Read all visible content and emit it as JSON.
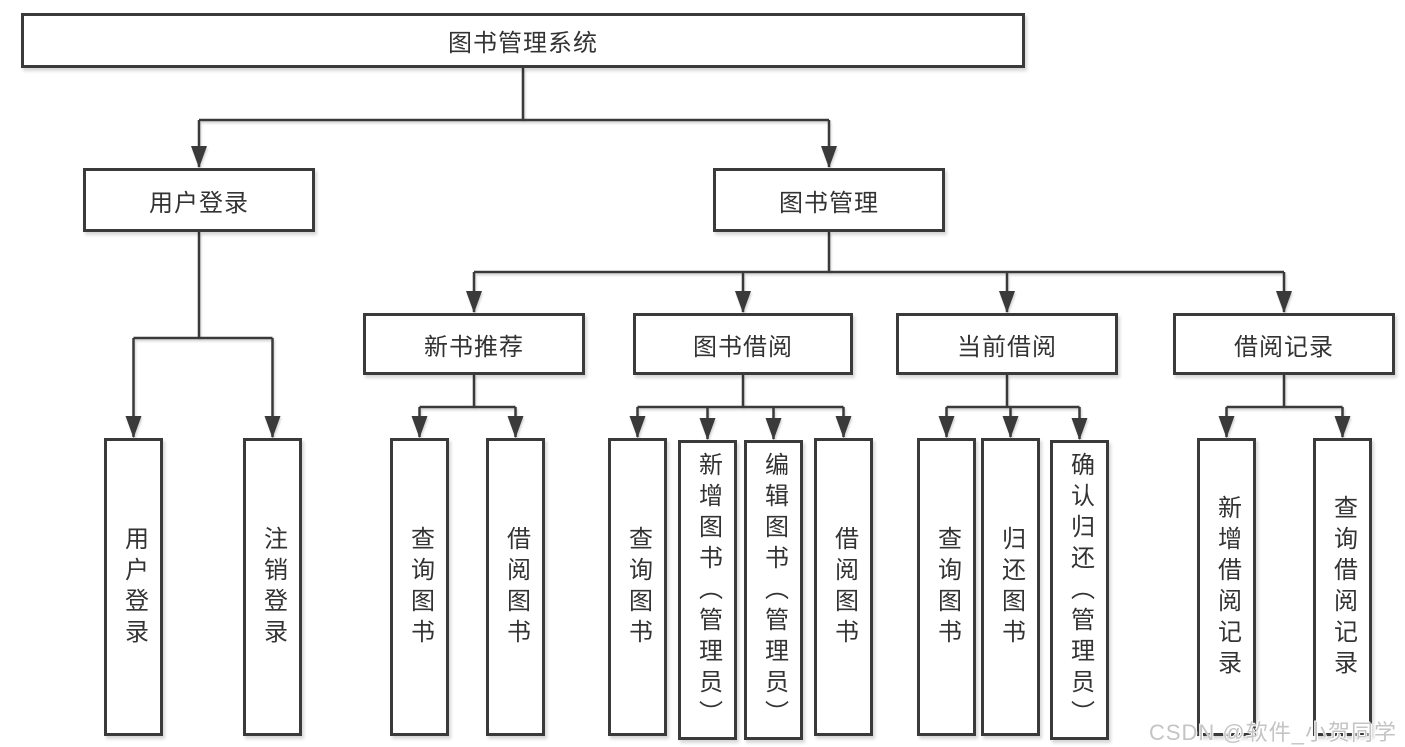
{
  "colors": {
    "background": "#ffffff",
    "box_border": "#3a3a3a",
    "connector_line": "#3a3a3a",
    "text": "#333333",
    "watermark": "#c4c4c4"
  },
  "tree": {
    "root": {
      "label": "图书管理系统"
    },
    "branches": [
      {
        "label": "用户登录",
        "children": [
          {
            "label": "用户登录"
          },
          {
            "label": "注销登录"
          }
        ]
      },
      {
        "label": "图书管理",
        "children": [
          {
            "label": "新书推荐",
            "children": [
              {
                "label": "查询图书"
              },
              {
                "label": "借阅图书"
              }
            ]
          },
          {
            "label": "图书借阅",
            "children": [
              {
                "label": "查询图书"
              },
              {
                "label": "新增图书（管理员）"
              },
              {
                "label": "编辑图书（管理员）"
              },
              {
                "label": "借阅图书"
              }
            ]
          },
          {
            "label": "当前借阅",
            "children": [
              {
                "label": "查询图书"
              },
              {
                "label": "归还图书"
              },
              {
                "label": "确认归还（管理员）"
              }
            ]
          },
          {
            "label": "借阅记录",
            "children": [
              {
                "label": "新增借阅记录"
              },
              {
                "label": "查询借阅记录"
              }
            ]
          }
        ]
      }
    ]
  },
  "watermark": {
    "text": "CSDN @软件_小贺同学"
  }
}
